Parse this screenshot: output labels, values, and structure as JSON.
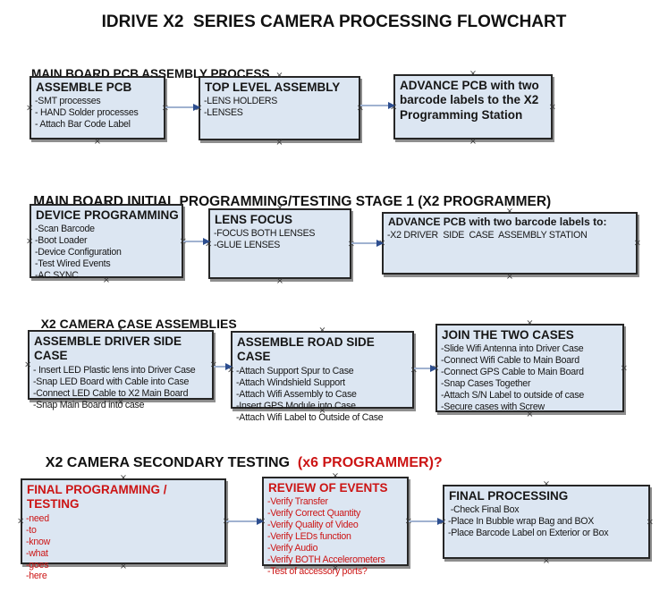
{
  "title": "IDRIVE X2  SERIES CAMERA PROCESSING FLOWCHART",
  "colors": {
    "box_fill": "#dce6f2",
    "box_border": "#262626",
    "shadow": "#8e8e8e",
    "arrow_line": "#a0b2d0",
    "arrow_head": "#2d4e8f",
    "red": "#cc1414"
  },
  "icons": {
    "connection_point": "×"
  },
  "sections": [
    {
      "heading": "MAIN BOARD PCB ASSEMBLY PROCESS"
    },
    {
      "heading": "MAIN BOARD INITIAL PROGRAMMING/TESTING STAGE 1 (X2 PROGRAMMER)"
    },
    {
      "heading": "X2 CAMERA CASE ASSEMBLIES"
    },
    {
      "heading": "X2 CAMERA SECONDARY TESTING  ",
      "heading_accent": "(x6 PROGRAMMER)?"
    }
  ],
  "boxes": {
    "assemble_pcb": {
      "title": "ASSEMBLE PCB",
      "items": [
        "-SMT processes",
        "- HAND Solder processes",
        "- Attach Bar Code Label"
      ]
    },
    "top_level_assembly": {
      "title": "TOP LEVEL ASSEMBLY",
      "items": [
        "-LENS HOLDERS",
        "-LENSES"
      ]
    },
    "advance_pcb_station": {
      "title": "ADVANCE PCB with two barcode labels to the X2 Programming Station",
      "items": []
    },
    "device_programming": {
      "title": "DEVICE PROGRAMMING",
      "items": [
        "-Scan Barcode",
        "-Boot Loader",
        "-Device Configuration",
        "-Test Wired Events",
        "-AC SYNC"
      ]
    },
    "lens_focus": {
      "title": "LENS FOCUS",
      "items": [
        "-FOCUS BOTH LENSES",
        "-GLUE LENSES"
      ]
    },
    "advance_pcb_driver": {
      "title": "ADVANCE PCB with two barcode labels to:",
      "items": [
        "-X2 DRIVER  SIDE  CASE  ASSEMBLY STATION"
      ]
    },
    "assemble_driver_side": {
      "title": "ASSEMBLE DRIVER SIDE CASE",
      "items": [
        "- Insert LED Plastic lens into Driver Case",
        "-Snap LED Board with Cable into Case",
        "-Connect LED Cable to X2 Main Board",
        "-Snap Main Board into case"
      ]
    },
    "assemble_road_side": {
      "title": "ASSEMBLE ROAD SIDE CASE",
      "items": [
        "-Attach Support Spur to Case",
        "-Attach Windshield Support",
        "-Attach Wifi Assembly to Case",
        "-Insert GPS Module into Case",
        "-Attach Wifi Label to Outside of Case"
      ]
    },
    "join_two_cases": {
      "title": "JOIN THE TWO CASES",
      "items": [
        "-Slide Wifi Antenna into Driver Case",
        "-Connect Wifi Cable to Main Board",
        "-Connect GPS Cable to Main Board",
        "-Snap Cases Together",
        "-Attach S/N Label to outside of case",
        "-Secure cases with Screw"
      ]
    },
    "final_programming": {
      "title": "FINAL PROGRAMMING / TESTING",
      "color": "#cc1414",
      "items": [
        "-need",
        "-to",
        "-know",
        "-what",
        "-goes",
        "-here"
      ]
    },
    "review_of_events": {
      "title": "REVIEW OF EVENTS",
      "color": "#cc1414",
      "items": [
        "-Verify Transfer",
        "-Verify Correct Quantity",
        "-Verify Quality of Video",
        "-Verify LEDs function",
        "-Verify Audio",
        "-Verify BOTH Accelerometers",
        "-Test of accessory ports?"
      ]
    },
    "final_processing": {
      "title": "FINAL PROCESSING",
      "items": [
        " -Check Final Box",
        "-Place In Bubble wrap Bag and BOX",
        "-Place Barcode Label on Exterior or Box"
      ]
    }
  }
}
